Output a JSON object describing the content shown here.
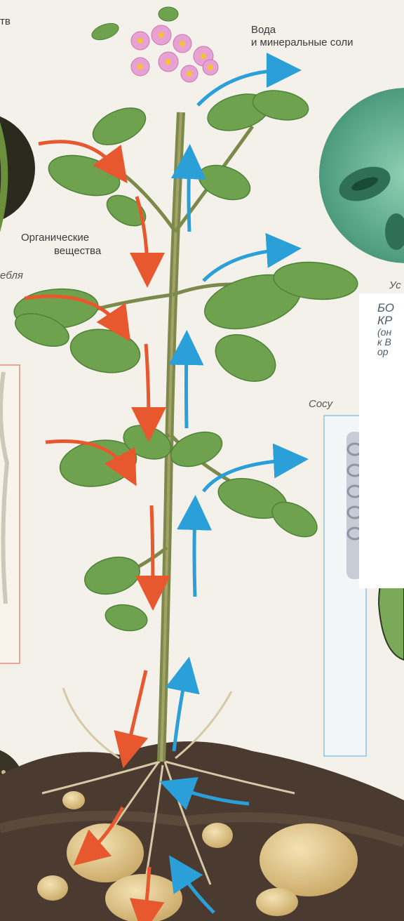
{
  "labels": {
    "top_left_fragment": "тв",
    "water_line1": "Вода",
    "water_line2": "и минеральные соли",
    "organic_line1": "Органические",
    "organic_line2": "вещества",
    "stem_fragment": "ебля",
    "stomata_fragment": "Ус",
    "vessels_fragment": "Сосу"
  },
  "callout": {
    "line1": "БО",
    "line2": "КР",
    "line3": "(он",
    "line4": "к В",
    "line5": "ор"
  },
  "colors": {
    "organic_arrow": "#e8582e",
    "water_arrow": "#2a9fd8",
    "leaf": "#6fa24e",
    "leaf_dark": "#4e8236",
    "flower": "#e7a2d3",
    "soil": "#4a3a30",
    "potato": "#e6cf9a",
    "panel_border_red": "#e38a7a",
    "panel_border_blue": "#8cc6e6",
    "stomata": "#5aa58c"
  }
}
